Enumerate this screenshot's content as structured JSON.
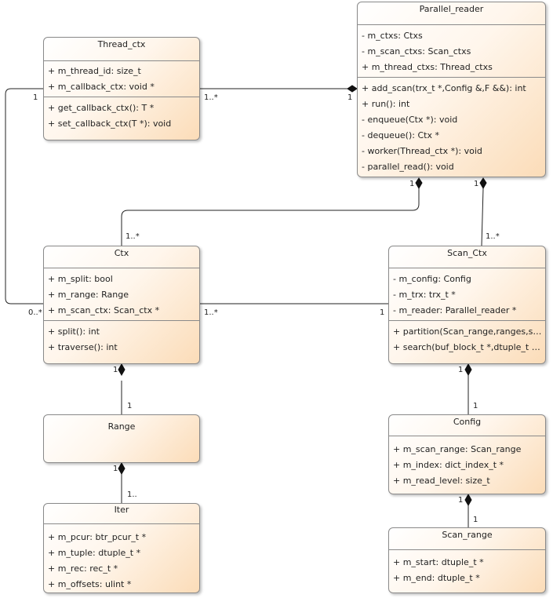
{
  "classes": {
    "parallel_reader": {
      "name": "Parallel_reader",
      "attributes": [
        "- m_ctxs: Ctxs",
        "- m_scan_ctxs: Scan_ctxs",
        "+ m_thread_ctxs: Thread_ctxs"
      ],
      "operations": [
        "+ add_scan(trx_t *,Config &,F &&): int",
        "+ run(): int",
        "- enqueue(Ctx *): void",
        "- dequeue(): Ctx *",
        "- worker(Thread_ctx *): void",
        "- parallel_read(): void"
      ]
    },
    "thread_ctx": {
      "name": "Thread_ctx",
      "attributes": [
        "+ m_thread_id: size_t",
        "+ m_callback_ctx: void *"
      ],
      "operations": [
        "+ get_callback_ctx(): T *",
        "+ set_callback_ctx(T *): void"
      ]
    },
    "ctx": {
      "name": "Ctx",
      "attributes": [
        "+ m_split: bool",
        "+ m_range: Range",
        "+ m_scan_ctx: Scan_ctx *"
      ],
      "operations": [
        "+ split(): int",
        "+ traverse(): int"
      ]
    },
    "scan_ctx": {
      "name": "Scan_Ctx",
      "attributes": [
        "- m_config: Config",
        "- m_trx: trx_t *",
        "- m_reader: Parallel_reader *"
      ],
      "operations": [
        "+ partition(Scan_range,ranges,si...",
        "+ search(buf_block_t *,dtuple_t *)..."
      ]
    },
    "range": {
      "name": "Range"
    },
    "config": {
      "name": "Config",
      "attributes": [
        "+ m_scan_range: Scan_range",
        "+ m_index: dict_index_t *",
        "+ m_read_level: size_t"
      ]
    },
    "iter": {
      "name": "Iter",
      "attributes": [
        "+ m_pcur: btr_pcur_t *",
        "+ m_tuple: dtuple_t *",
        "+ m_rec: rec_t *",
        "+ m_offsets: ulint *"
      ]
    },
    "scan_range": {
      "name": "Scan_range",
      "attributes": [
        "+ m_start: dtuple_t *",
        "+ m_end: dtuple_t *"
      ]
    }
  },
  "multiplicities": {
    "thread_ctx_to_reader_src": "1..*",
    "thread_ctx_to_reader_dst": "1",
    "thread_ctx_ctx_top": "1",
    "thread_ctx_ctx_bottom": "0..*",
    "reader_ctx_top": "1",
    "reader_ctx_bottom": "1..*",
    "reader_scan_top": "1",
    "reader_scan_bottom": "1..*",
    "ctx_scan_left": "1..*",
    "ctx_scan_right": "1",
    "ctx_range_top": "1",
    "ctx_range_bottom": "1",
    "range_iter_top": "1",
    "range_iter_bottom": "1..",
    "scan_config_top": "1",
    "scan_config_bottom": "1",
    "config_range_top": "1",
    "config_range_bottom": "1"
  }
}
